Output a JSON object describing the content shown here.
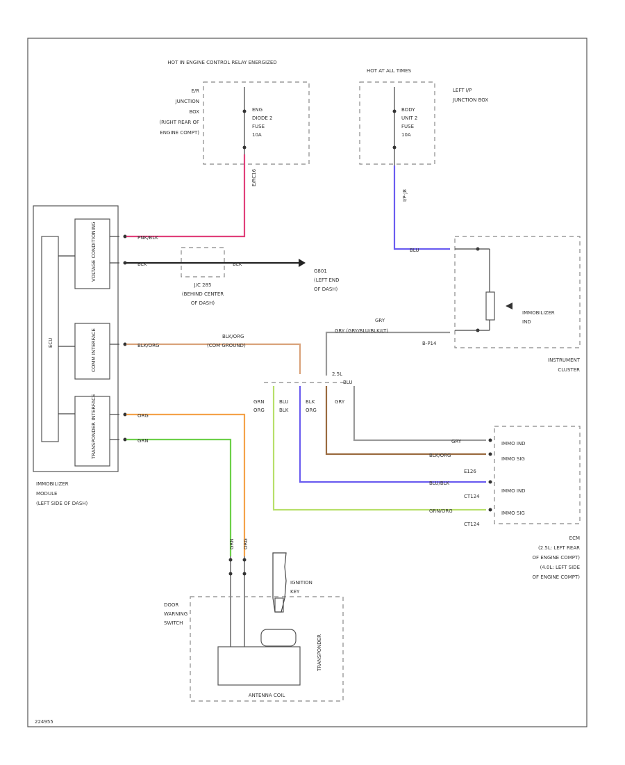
{
  "diagram_id": "224955",
  "colors": {
    "pink": "#e0407a",
    "black": "#222222",
    "tan": "#d9a27a",
    "brown": "#9a6a3e",
    "orange": "#f4a24a",
    "green": "#6dd04a",
    "yellowgreen": "#b7df6a",
    "blue": "#6a5cf0",
    "gray": "#999999"
  },
  "labels": {
    "hot_in_engine": "HOT IN ENGINE CONTROL RELAY ENERGIZED",
    "hot_at_all_times": "HOT AT ALL TIMES",
    "er_junction": [
      "E/R",
      "JUNCTION",
      "BOX",
      "(RIGHT REAR OF",
      "ENGINE COMPT)"
    ],
    "left_ip_junction": [
      "LEFT I/P",
      "JUNCTION BOX"
    ],
    "fuse_eng": [
      "ENG",
      "DIODE 2",
      "FUSE",
      "10A"
    ],
    "fuse_body": [
      "BODY",
      "UNIT 2",
      "FUSE",
      "10A"
    ],
    "conn_er": "E/RC16",
    "conn_ip": "I/P-J8",
    "immobilizer_module": [
      "IMMOBILIZER",
      "MODULE",
      "(LEFT SIDE OF DASH)"
    ],
    "voltage_conditioning": "VOLTAGE CONDITIONING",
    "comm_interface": "COMM INTERFACE",
    "transponder_interface": "TRANSPONDER INTERFACE",
    "ecu": "ECU",
    "pnk_blk": "PNK/BLK",
    "blk": "BLK",
    "jc_label": [
      "J/C 285",
      "(BEHIND CENTER",
      "OF DASH)"
    ],
    "g801": [
      "G801",
      "(LEFT END",
      "OF DASH)"
    ],
    "blk_org": "BLK/ORG",
    "blk_org_can": [
      "BLK/ORG",
      "(COM GROUND)"
    ],
    "org": "ORG",
    "grn": "GRN",
    "gry": "GRY",
    "gry_path": "GRY (GRY/BLU/BLK/LT)",
    "gry2": "GRY",
    "b_p14": "B-P14",
    "immobilizer_ind": [
      "IMMOBILIZER",
      "IND"
    ],
    "instrument_cluster": [
      "INSTRUMENT",
      "CLUSTER"
    ],
    "blu": "BLU",
    "junction_label": "2.5L",
    "blu2": "BLU",
    "grn_org": "GRN ORG",
    "blu_blk": "BLU BLK",
    "blk_org2": "BLK ORG",
    "gry_col": "GRY",
    "ecm_pins": [
      "IMMO IND",
      "IMMO SIG",
      "IMMO IND",
      "IMMO SIG"
    ],
    "ecm_wires": [
      "GRY",
      "BLK/ORG",
      "BLU/BLK",
      "GRN/ORG"
    ],
    "ecm_conns": [
      "E126",
      "CT124",
      "CT124"
    ],
    "ecm": [
      "ECM",
      "(2.5L: LEFT REAR",
      "OF ENGINE COMPT)",
      "(4.0L: LEFT SIDE",
      "OF ENGINE COMPT)"
    ],
    "door_warning": [
      "DOOR",
      "WARNING",
      "SWITCH"
    ],
    "ignition_key": [
      "IGNITION",
      "KEY"
    ],
    "transponder": "TRANSPONDER",
    "antenna_coil": "ANTENNA COIL",
    "grn_v": "GRN",
    "org_v": "ORG"
  }
}
